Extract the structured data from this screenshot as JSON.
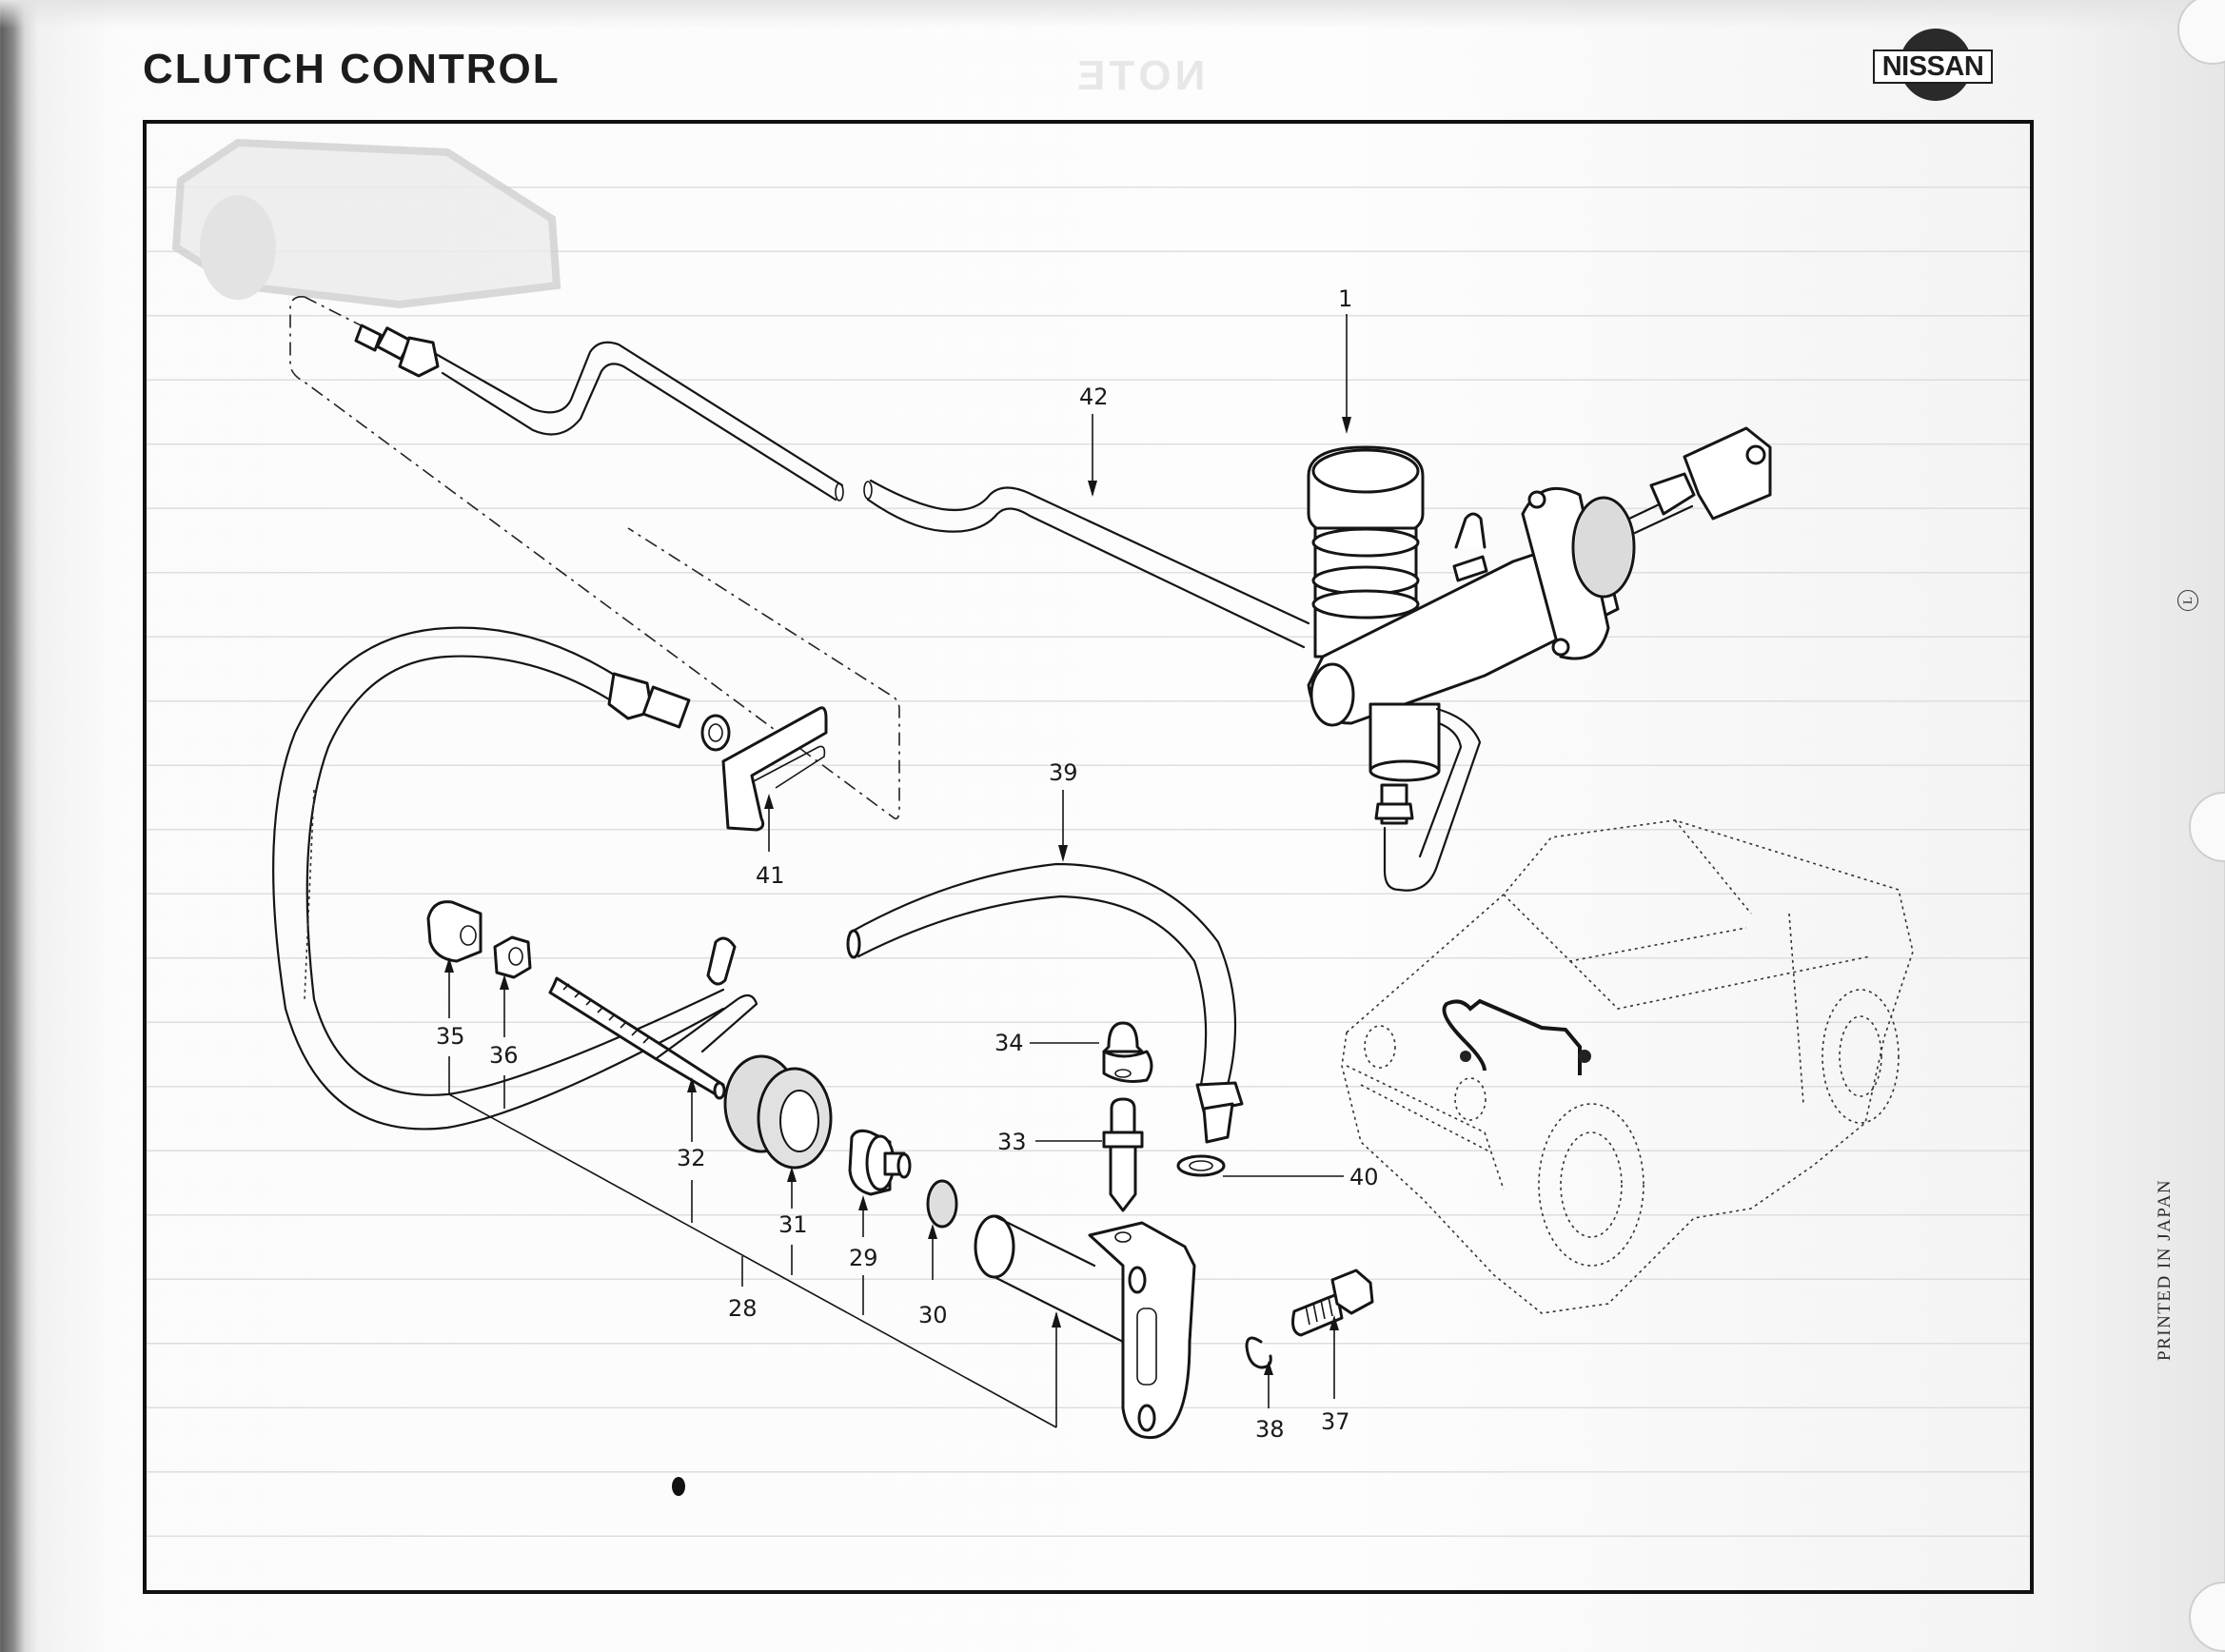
{
  "page": {
    "title": "CLUTCH CONTROL",
    "ghost_text": "NOTE",
    "brand_logo": "NISSAN",
    "printed_note": "PRINTED IN JAPAN",
    "circled_mark": "L"
  },
  "diagram": {
    "subject": "Clutch control hydraulic system exploded view",
    "callouts": [
      {
        "number": "1",
        "part": "clutch-master-cylinder"
      },
      {
        "number": "42",
        "part": "clutch-pipe"
      },
      {
        "number": "41",
        "part": "hose-lock-plate"
      },
      {
        "number": "39",
        "part": "clutch-hose"
      },
      {
        "number": "40",
        "part": "copper-washer"
      },
      {
        "number": "34",
        "part": "bleeder-cap"
      },
      {
        "number": "33",
        "part": "bleeder-screw"
      },
      {
        "number": "35",
        "part": "push-rod-nut"
      },
      {
        "number": "36",
        "part": "lock-nut"
      },
      {
        "number": "32",
        "part": "push-rod"
      },
      {
        "number": "31",
        "part": "dust-cover"
      },
      {
        "number": "29",
        "part": "piston"
      },
      {
        "number": "30",
        "part": "piston-cup"
      },
      {
        "number": "28",
        "part": "operating-cylinder-assembly"
      },
      {
        "number": "38",
        "part": "spring-washer"
      },
      {
        "number": "37",
        "part": "mounting-bolt"
      }
    ]
  }
}
